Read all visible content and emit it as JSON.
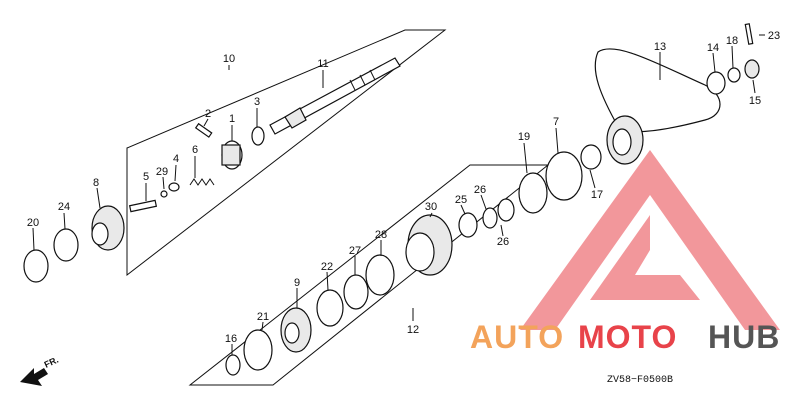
{
  "diagram": {
    "code": "ZV58−F0500B",
    "direction_label": "FR."
  },
  "callouts": [
    {
      "n": "1"
    },
    {
      "n": "2"
    },
    {
      "n": "3"
    },
    {
      "n": "4"
    },
    {
      "n": "5"
    },
    {
      "n": "6"
    },
    {
      "n": "7"
    },
    {
      "n": "8"
    },
    {
      "n": "9"
    },
    {
      "n": "10"
    },
    {
      "n": "11"
    },
    {
      "n": "12"
    },
    {
      "n": "13"
    },
    {
      "n": "14"
    },
    {
      "n": "15"
    },
    {
      "n": "16"
    },
    {
      "n": "17"
    },
    {
      "n": "18"
    },
    {
      "n": "19"
    },
    {
      "n": "20"
    },
    {
      "n": "21"
    },
    {
      "n": "22"
    },
    {
      "n": "23"
    },
    {
      "n": "24"
    },
    {
      "n": "25"
    },
    {
      "n": "26"
    },
    {
      "n": "26"
    },
    {
      "n": "27"
    },
    {
      "n": "28"
    },
    {
      "n": "29"
    },
    {
      "n": "30"
    }
  ],
  "watermark": {
    "part1": "AUTO",
    "part2": "MOTO",
    "part3": "HUB",
    "colors": {
      "orange": "#f3a35b",
      "red": "#e8434a",
      "gray": "#555555"
    }
  }
}
